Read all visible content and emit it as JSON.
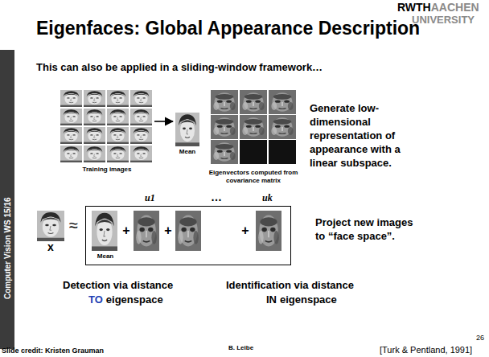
{
  "diagram": {
    "title": "Eigenfaces: Global Appearance Description",
    "nodes": [
      {
        "text": [
          "Training images"
        ]
      },
      {
        "text": [
          "Mean"
        ]
      },
      {
        "text": [
          "Eigenvectors computed from covariance matrix"
        ]
      },
      {
        "text": [
          "x"
        ]
      },
      {
        "text": [
          "Mean",
          "+",
          "+",
          "+"
        ]
      }
    ],
    "edges": [
      {
        "from": 0,
        "to": 1,
        "arrow": "to"
      }
    ],
    "labels": [
      "RWTH",
      "AACHEN",
      "UNIVERSITY",
      "This can also be applied in a sliding-window framework…",
      "Generate low-dimensional representation of appearance with a linear subspace.",
      "Project new images to “face space”.",
      "≈",
      "u1",
      "…",
      "uk",
      "Detection via distance",
      "TO",
      "eigenspace",
      "Identification via distance",
      "IN",
      "eigenspace",
      "Computer Vision WS 15/16",
      "Slide credit: Kristen Grauman",
      "B. Leibe",
      "[Turk & Pentland, 1991]",
      "26"
    ]
  }
}
